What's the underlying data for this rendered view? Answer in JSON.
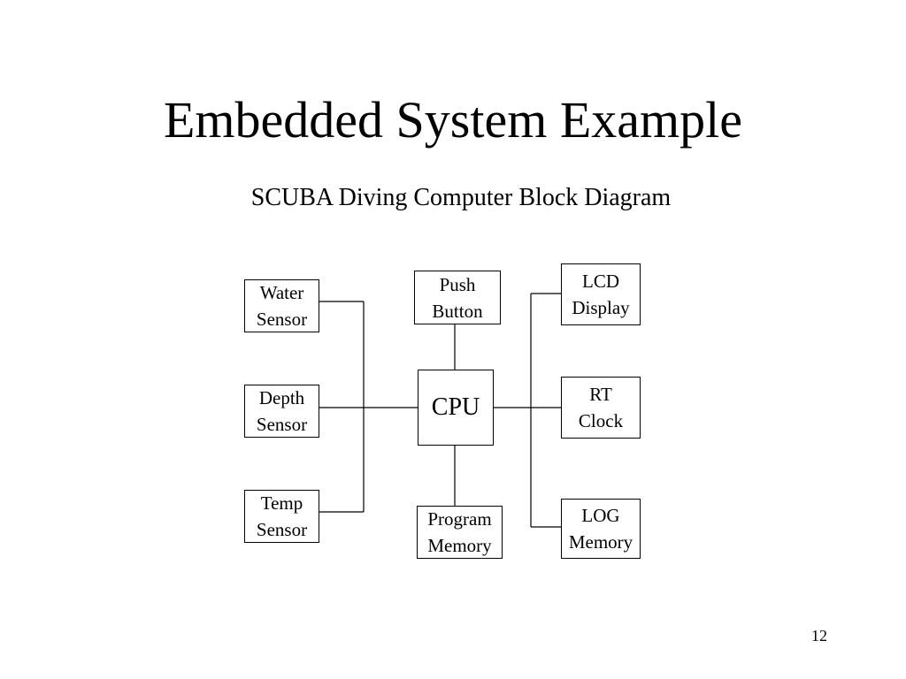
{
  "slide": {
    "title": "Embedded System Example",
    "subtitle": "SCUBA Diving Computer Block Diagram",
    "page_number": "12"
  },
  "blocks": {
    "water_sensor": {
      "line1": "Water",
      "line2": "Sensor"
    },
    "depth_sensor": {
      "line1": "Depth",
      "line2": "Sensor"
    },
    "temp_sensor": {
      "line1": "Temp",
      "line2": "Sensor"
    },
    "push_button": {
      "line1": "Push",
      "line2": "Button"
    },
    "cpu": {
      "label": "CPU"
    },
    "program_memory": {
      "line1": "Program",
      "line2": "Memory"
    },
    "lcd_display": {
      "line1": "LCD",
      "line2": "Display"
    },
    "rt_clock": {
      "line1": "RT",
      "line2": "Clock"
    },
    "log_memory": {
      "line1": "LOG",
      "line2": "Memory"
    }
  },
  "connections": [
    {
      "from": "water_sensor",
      "to": "cpu"
    },
    {
      "from": "depth_sensor",
      "to": "cpu"
    },
    {
      "from": "temp_sensor",
      "to": "cpu"
    },
    {
      "from": "push_button",
      "to": "cpu"
    },
    {
      "from": "cpu",
      "to": "program_memory"
    },
    {
      "from": "cpu",
      "to": "lcd_display"
    },
    {
      "from": "cpu",
      "to": "rt_clock"
    },
    {
      "from": "cpu",
      "to": "log_memory"
    }
  ]
}
